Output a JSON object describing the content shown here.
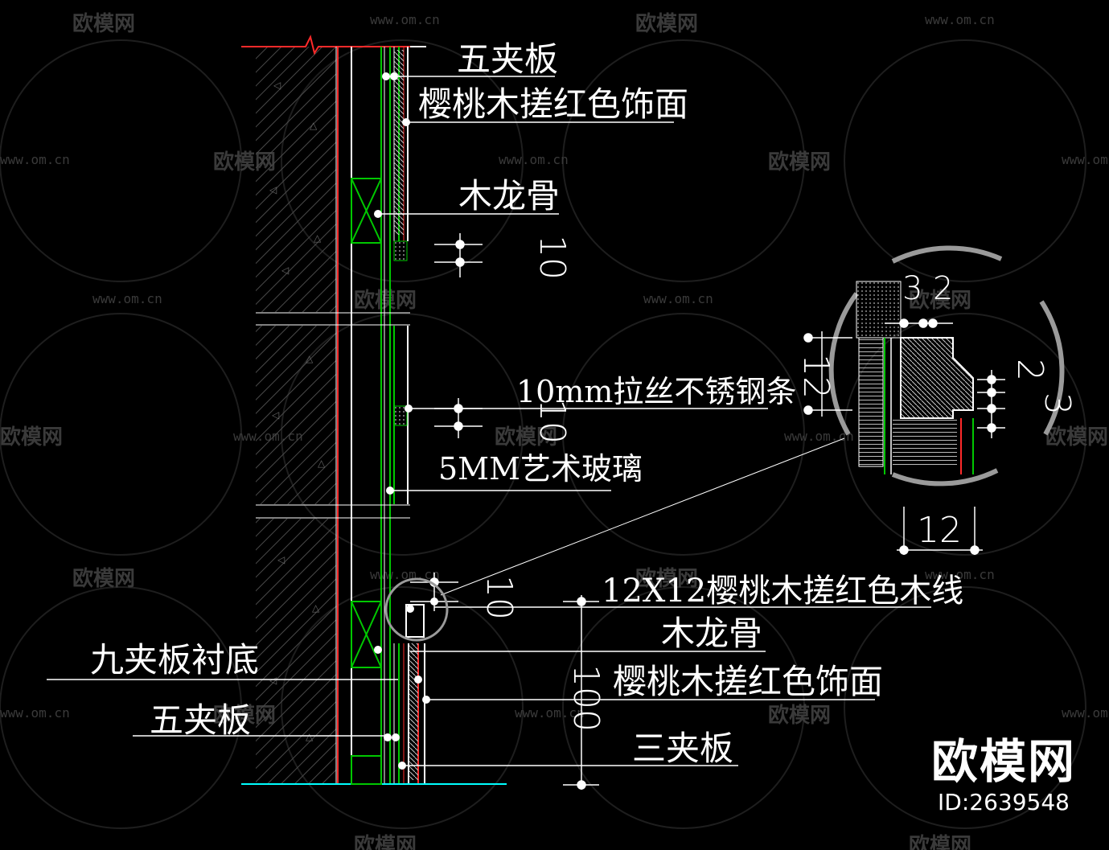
{
  "drawing": {
    "labels": {
      "five_ply_top": "五夹板",
      "cherry_face_top": "樱桃木搓红色饰面",
      "wood_keel_top": "木龙骨",
      "steel_strip": "10mm拉丝不锈钢条",
      "art_glass": "5MM艺术玻璃",
      "cherry_trim": "12X12樱桃木搓红色木线",
      "wood_keel_bottom": "木龙骨",
      "nine_ply_base": "九夹板衬底",
      "cherry_face_bottom": "樱桃木搓红色饰面",
      "five_ply_bottom": "五夹板",
      "three_ply": "三夹板"
    },
    "dimensions": {
      "dim_10_upper": "10",
      "dim_10_middle": "10",
      "dim_10_lower": "10",
      "dim_100": "100",
      "detail_dim_3": "3",
      "detail_dim_2_top": "2",
      "detail_dim_12_vertical": "12",
      "detail_dim_2_right": "2",
      "detail_dim_3_right": "3",
      "detail_dim_12_bottom": "12"
    }
  },
  "watermark": {
    "brand": "欧模网",
    "url": "www.om.cn"
  },
  "brand_logo": {
    "name": "欧模网",
    "id": "ID:2639548"
  },
  "colors": {
    "background": "#000000",
    "line_white": "#ffffff",
    "line_green": "#00c800",
    "line_red": "#ff0000",
    "line_cyan": "#00ffff",
    "detail_circle": "#9a9a9a",
    "watermark": "#3a3a3a"
  }
}
